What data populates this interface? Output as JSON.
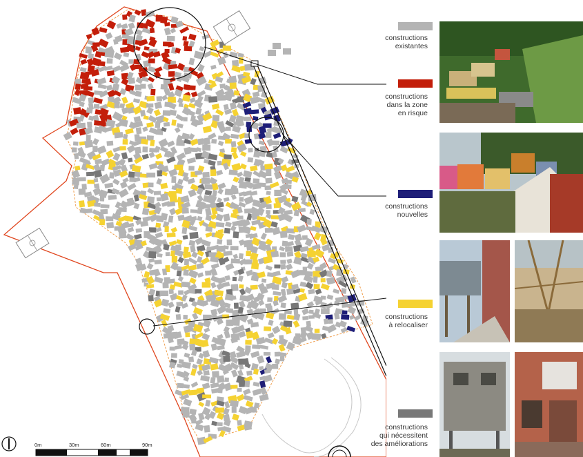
{
  "legend": [
    {
      "label_lines": [
        "constructions",
        "existantes"
      ],
      "color": "#b4b4b4"
    },
    {
      "label_lines": [
        "constructions",
        "dans la zone",
        "en risque"
      ],
      "color": "#c31e0a"
    },
    {
      "label_lines": [
        "constructions",
        "nouvelles"
      ],
      "color": "#1e1e78"
    },
    {
      "label_lines": [
        "constructions",
        "à relocaliser"
      ],
      "color": "#f5d232"
    },
    {
      "label_lines": [
        "constructions",
        "qui nécessitent",
        "des améliorations"
      ],
      "color": "#787878"
    }
  ],
  "scale_bar": {
    "labels": [
      "0m",
      "30m",
      "60m",
      "90m"
    ]
  },
  "north_arrow_icon": "north-arrow-icon",
  "colors": {
    "boundary": "#e0461e",
    "inner_boundary": "#f0a050",
    "existing": "#b4b4b4",
    "risk": "#c31e0a",
    "new": "#1e1e78",
    "relocate": "#f5d232",
    "improve": "#787878"
  },
  "photos": [
    "hillside-houses-photo",
    "colorful-houses-photo",
    "stilts-alley-photo",
    "bamboo-scaffold-photo",
    "concrete-house-photo",
    "brick-laundry-photo"
  ]
}
